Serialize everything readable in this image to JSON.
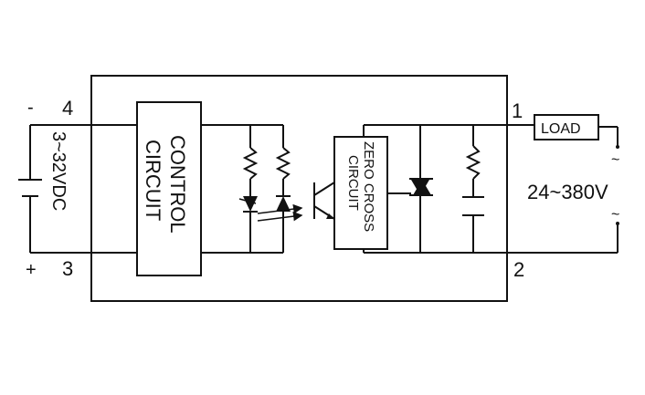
{
  "terminals": {
    "t4": "4",
    "t3": "3",
    "t1": "1",
    "t2": "2",
    "minus": "-",
    "plus": "+"
  },
  "input": {
    "voltage": "3~32VDC"
  },
  "control": {
    "line1": "CONTROL",
    "line2": "CIRCUIT"
  },
  "zero_cross": {
    "line1": "ZERO CROSS",
    "line2": "CIRCUIT"
  },
  "output": {
    "load": "LOAD",
    "voltage": "24~380V",
    "ac_top": "~",
    "ac_bottom": "~"
  }
}
